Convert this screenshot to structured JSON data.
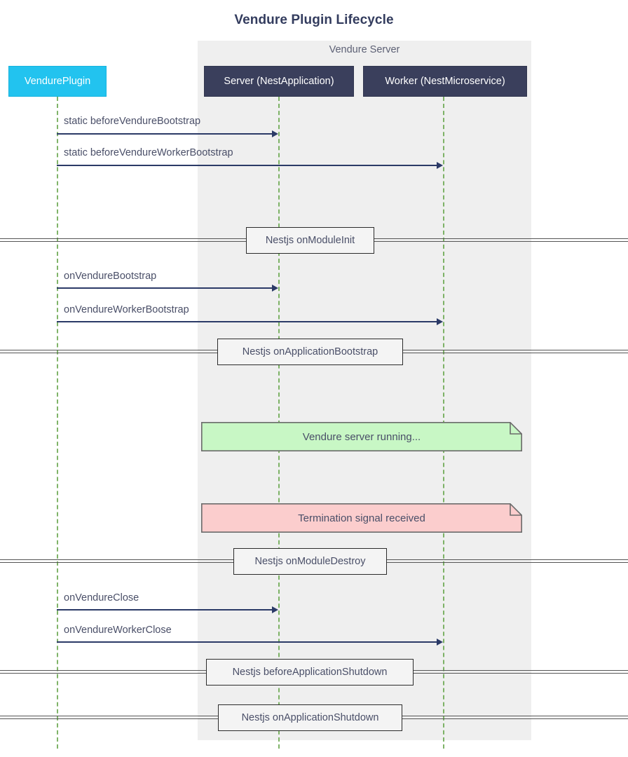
{
  "title": "Vendure Plugin Lifecycle",
  "group": {
    "label": "Vendure Server"
  },
  "actors": [
    {
      "id": "plugin",
      "label": "VendurePlugin",
      "color": "#22c3ef",
      "text_color": "#ffffff"
    },
    {
      "id": "server",
      "label": "Server (NestApplication)",
      "color": "#3a3f5c",
      "text_color": "#ffffff"
    },
    {
      "id": "worker",
      "label": "Worker (NestMicroservice)",
      "color": "#3a3f5c",
      "text_color": "#ffffff"
    }
  ],
  "messages": [
    {
      "label": "static beforeVendureBootstrap",
      "from": "plugin",
      "to": "server"
    },
    {
      "label": "static beforeVendureWorkerBootstrap",
      "from": "plugin",
      "to": "worker"
    },
    {
      "label": "onVendureBootstrap",
      "from": "plugin",
      "to": "server"
    },
    {
      "label": "onVendureWorkerBootstrap",
      "from": "plugin",
      "to": "worker"
    },
    {
      "label": "onVendureClose",
      "from": "plugin",
      "to": "server"
    },
    {
      "label": "onVendureWorkerClose",
      "from": "plugin",
      "to": "worker"
    }
  ],
  "dividers": [
    {
      "label": "Nestjs onModuleInit"
    },
    {
      "label": "Nestjs onApplicationBootstrap"
    },
    {
      "label": "Nestjs onModuleDestroy"
    },
    {
      "label": "Nestjs beforeApplicationShutdown"
    },
    {
      "label": "Nestjs onApplicationShutdown"
    }
  ],
  "notes": [
    {
      "label": "Vendure server running...",
      "fill": "#c8f7c5",
      "stroke": "#6b6b6b"
    },
    {
      "label": "Termination signal received",
      "fill": "#fbcdcd",
      "stroke": "#6b6b6b"
    }
  ],
  "colors": {
    "arrow": "#2b3a67",
    "lifeline": "#6aa84f",
    "group_background": "#efefef",
    "title": "#333c5e",
    "label_text": "#4a4f68"
  }
}
